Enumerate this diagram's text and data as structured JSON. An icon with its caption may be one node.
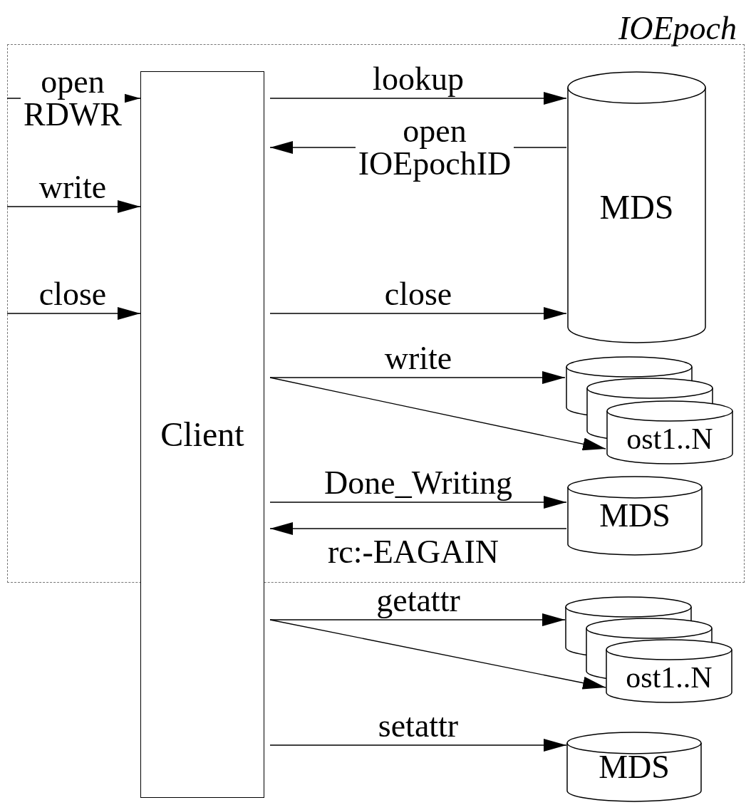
{
  "diagram": {
    "nodes": [
      {
        "text": [
          "IOEpoch"
        ]
      },
      {
        "text": [
          "Client"
        ]
      },
      {
        "text": [
          "MDS"
        ],
        "in": 0
      },
      {
        "text": [],
        "shape": "cylinder",
        "in": 0
      },
      {
        "text": [],
        "shape": "cylinder",
        "in": 0
      },
      {
        "text": [
          "ost1..N"
        ],
        "in": 0
      },
      {
        "text": [
          "MDS"
        ],
        "in": 0
      },
      {
        "text": [],
        "shape": "cylinder"
      },
      {
        "text": [],
        "shape": "cylinder"
      },
      {
        "text": [
          "ost1..N"
        ]
      },
      {
        "text": [
          "MDS"
        ]
      }
    ],
    "edges": [
      {
        "from": 0,
        "to": 1,
        "arrow": "to",
        "label": "open RDWR"
      },
      {
        "from": 0,
        "to": 1,
        "arrow": "to",
        "label": "write"
      },
      {
        "from": 0,
        "to": 1,
        "arrow": "to",
        "label": "close"
      },
      {
        "from": 1,
        "to": 2,
        "arrow": "to",
        "label": "lookup"
      },
      {
        "from": 2,
        "to": 1,
        "arrow": "to",
        "label": "open IOEpochID"
      },
      {
        "from": 1,
        "to": 2,
        "arrow": "to",
        "label": "close"
      },
      {
        "from": 1,
        "to": 3,
        "arrow": "to",
        "label": "write"
      },
      {
        "from": 1,
        "to": 5,
        "arrow": "to"
      },
      {
        "from": 1,
        "to": 6,
        "arrow": "to",
        "label": "Done_Writing"
      },
      {
        "from": 6,
        "to": 1,
        "arrow": "to",
        "label": "rc:-EAGAIN"
      },
      {
        "from": 1,
        "to": 7,
        "arrow": "to",
        "label": "getattr"
      },
      {
        "from": 1,
        "to": 9,
        "arrow": "to"
      },
      {
        "from": 1,
        "to": 10,
        "arrow": "to",
        "label": "setattr"
      }
    ]
  }
}
